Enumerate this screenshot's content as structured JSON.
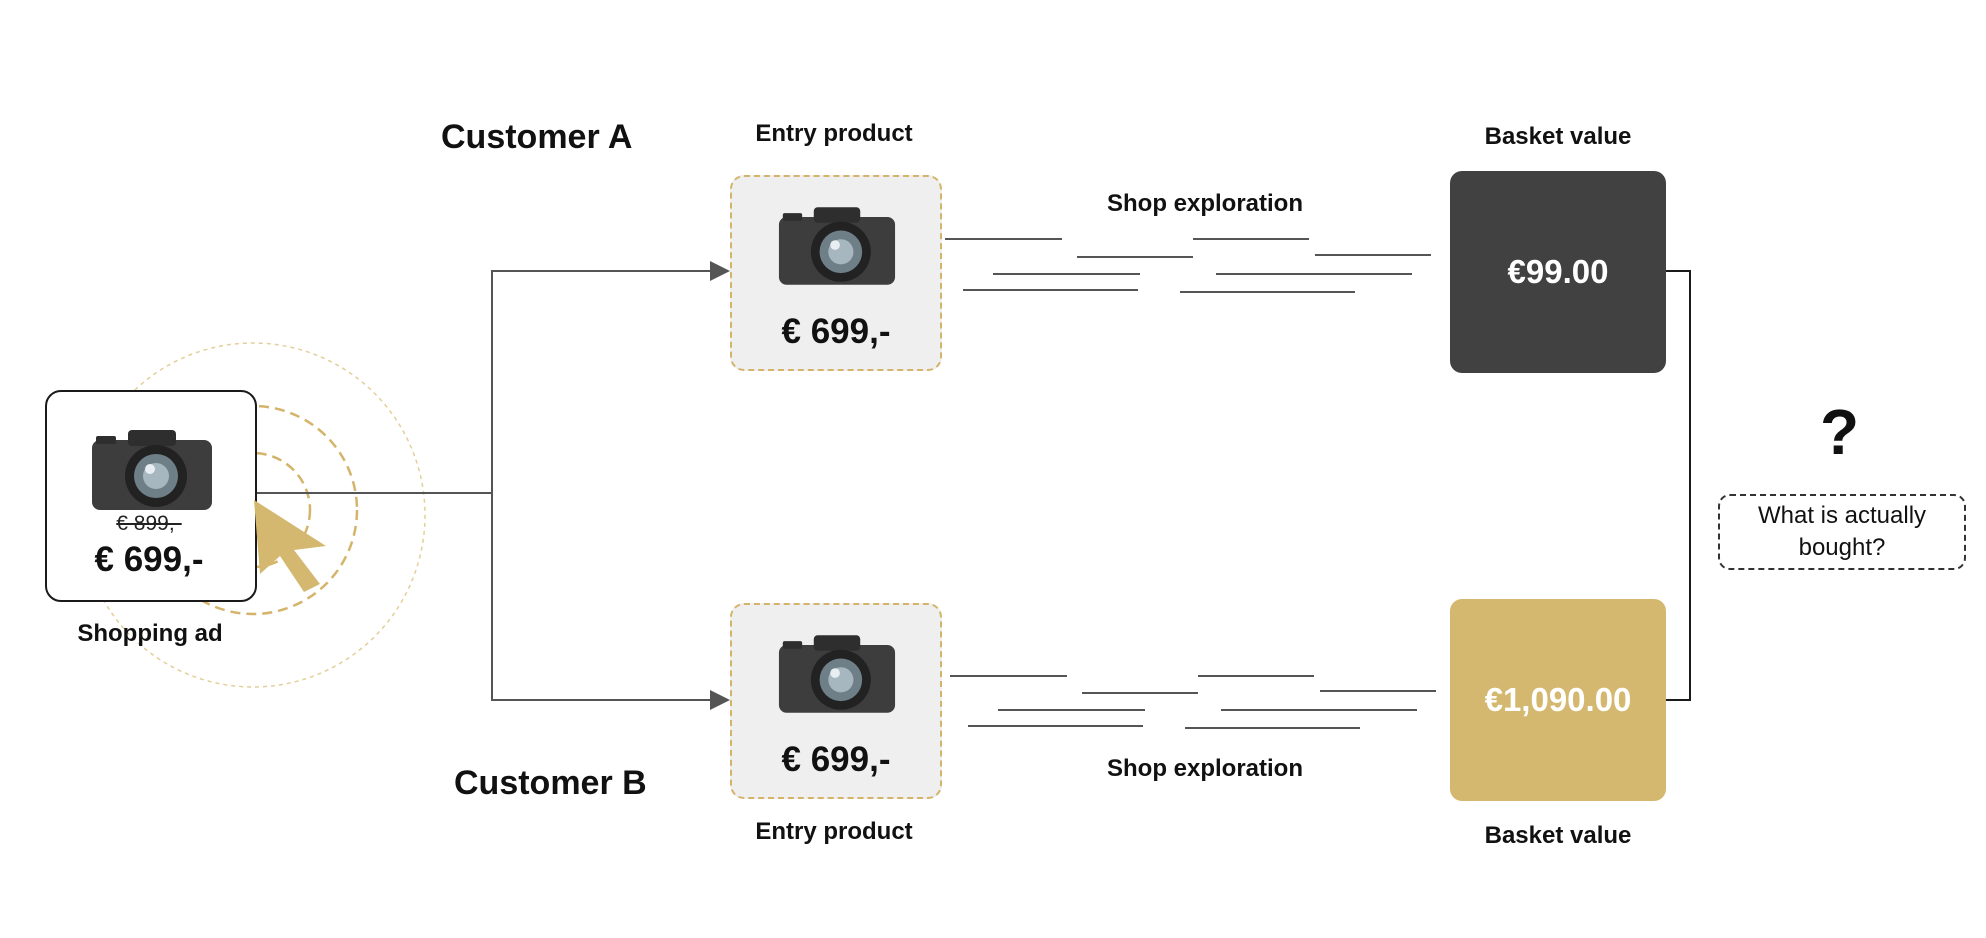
{
  "shopping_ad": {
    "old_price": "€ 899,-",
    "price": "€ 699,-",
    "caption": "Shopping ad",
    "icons": [
      "camera-icon",
      "cursor-icon"
    ]
  },
  "customer_a": {
    "title": "Customer A",
    "entry_label": "Entry product",
    "entry_price": "€ 699,-",
    "exploration_label": "Shop exploration",
    "basket_label": "Basket value",
    "basket_value": "€99.00"
  },
  "customer_b": {
    "title": "Customer B",
    "entry_label": "Entry product",
    "entry_price": "€ 699,-",
    "exploration_label": "Shop exploration",
    "basket_label": "Basket value",
    "basket_value": "€1,090.00"
  },
  "question": {
    "mark": "?",
    "text": "What is actually bought?"
  },
  "colors": {
    "gold": "#d4b870",
    "dark": "#414141",
    "line": "#555555"
  }
}
